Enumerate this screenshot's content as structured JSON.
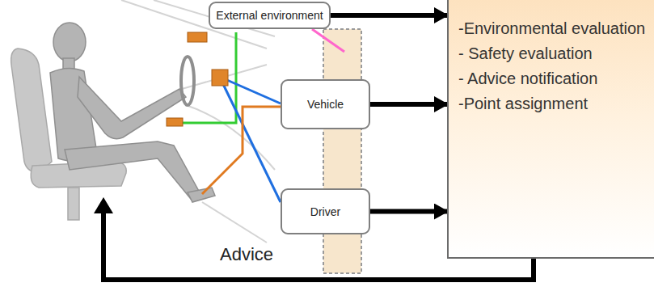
{
  "diagram": {
    "nodes": [
      {
        "text": [
          "External environment"
        ]
      },
      {
        "text": [
          "Vehicle"
        ]
      },
      {
        "text": [
          "Driver"
        ]
      },
      {
        "text": [
          "-Environmental evaluation",
          "- Safety evaluation",
          "- Advice notification",
          "-Point assignment"
        ]
      }
    ],
    "edges": [
      {
        "from": 0,
        "to": 3,
        "arrow": "to"
      },
      {
        "from": 1,
        "to": 3,
        "arrow": "to"
      },
      {
        "from": 2,
        "to": 3,
        "arrow": "to"
      }
    ],
    "labels": [
      "Advice"
    ]
  }
}
